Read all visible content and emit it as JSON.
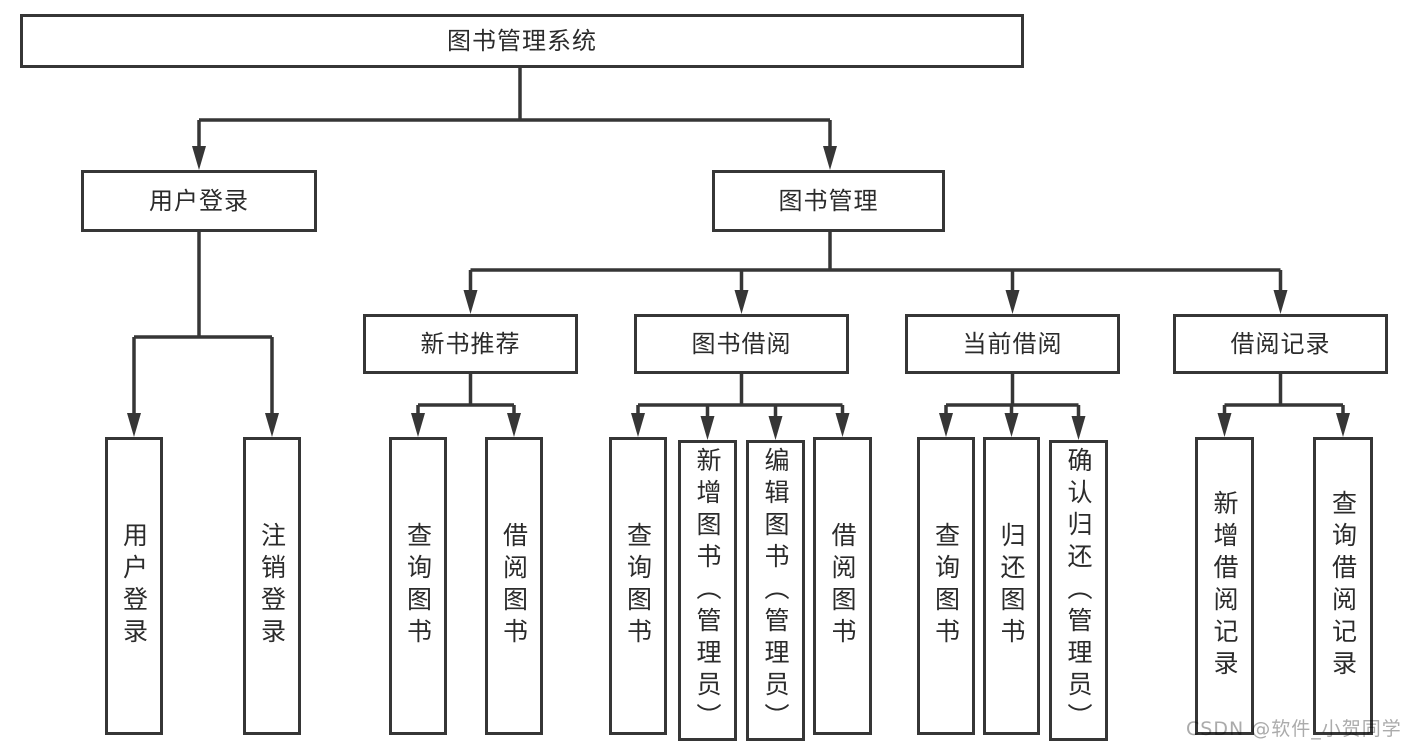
{
  "diagram": {
    "root_label": "图书管理系统",
    "user_login": {
      "label": "用户登录",
      "children": {
        "login": "用户登录",
        "logout": "注销登录"
      }
    },
    "book_mgmt": {
      "label": "图书管理",
      "new_books": {
        "label": "新书推荐",
        "children": {
          "search": "查询图书",
          "borrow": "借阅图书"
        }
      },
      "borrowing": {
        "label": "图书借阅",
        "children": {
          "search": "查询图书",
          "add": "新增图书（管理员）",
          "edit": "编辑图书（管理员）",
          "borrow": "借阅图书"
        }
      },
      "current": {
        "label": "当前借阅",
        "children": {
          "search": "查询图书",
          "return": "归还图书",
          "confirm": "确认归还（管理员）"
        }
      },
      "records": {
        "label": "借阅记录",
        "children": {
          "add": "新增借阅记录",
          "search": "查询借阅记录"
        }
      }
    }
  },
  "watermark": "CSDN @软件_小贺同学",
  "colors": {
    "line": "#363636",
    "text": "#2b2b2b",
    "watermark": "#ababab",
    "background": "#ffffff"
  }
}
